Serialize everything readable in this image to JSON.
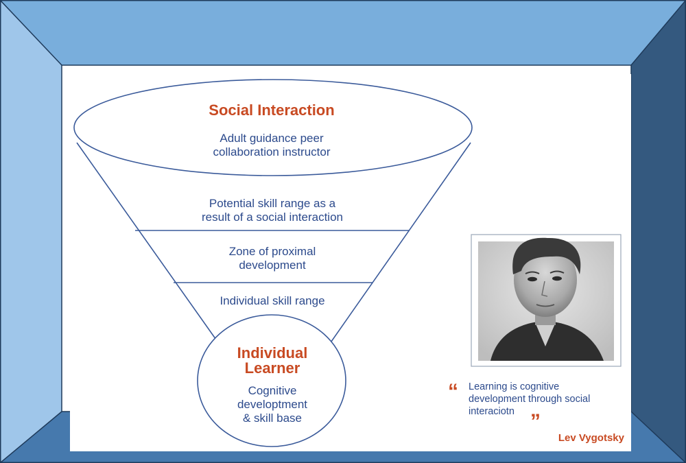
{
  "colors": {
    "frame_top": "#79aedc",
    "frame_left": "#9fc6ea",
    "frame_right": "#34597f",
    "frame_bottom": "#4679ad",
    "frame_edge": "#1e3a5a",
    "panel": "#ffffff",
    "line": "#3a5a9a",
    "heading": "#c84a22",
    "body_text": "#2c4a8c",
    "quote_text": "#2c4a8c",
    "quote_marks": "#c84a22",
    "author": "#c84a22"
  },
  "top_ellipse": {
    "title": "Social Interaction",
    "lines": [
      "Adult guidance peer",
      "collaboration instructor"
    ]
  },
  "bands": [
    {
      "lines": [
        "Potential skill range as a",
        "result of a social interaction"
      ]
    },
    {
      "lines": [
        "Zone of proximal",
        "development"
      ]
    },
    {
      "lines": [
        "Individual skill range"
      ]
    }
  ],
  "bottom_circle": {
    "title_lines": [
      "Individual",
      "Learner"
    ],
    "lines": [
      "Cognitive",
      "developtment",
      "& skill base"
    ]
  },
  "portrait": {
    "subject": "portrait-photo"
  },
  "quote": {
    "open_mark": "“",
    "close_mark": "”",
    "lines": [
      "Learning is cognitive",
      "development through social",
      "interaciotn"
    ],
    "author": "Lev Vygotsky"
  }
}
